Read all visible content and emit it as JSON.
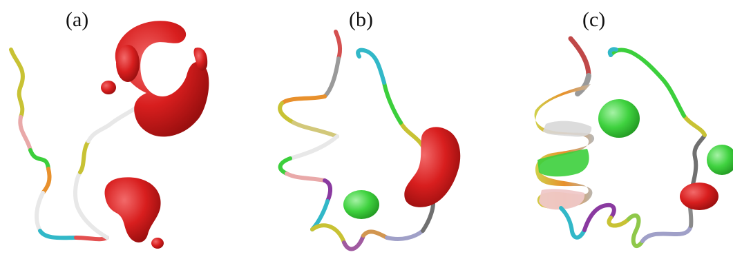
{
  "panels": [
    {
      "label": "(a)"
    },
    {
      "label": "(b)"
    },
    {
      "label": "(c)"
    }
  ],
  "colors": {
    "density_red": "#d81e1e",
    "density_green": "#3fd23f",
    "backbone_white": "#e8e8e8",
    "backbone_green": "#3ccf3c",
    "backbone_orange": "#e8902c",
    "backbone_yellow": "#c8c234",
    "backbone_pink": "#e9a9a9",
    "backbone_cyan": "#32b8c8",
    "backbone_purple": "#8a3aa0",
    "backbone_grey": "#8a8a8a"
  }
}
